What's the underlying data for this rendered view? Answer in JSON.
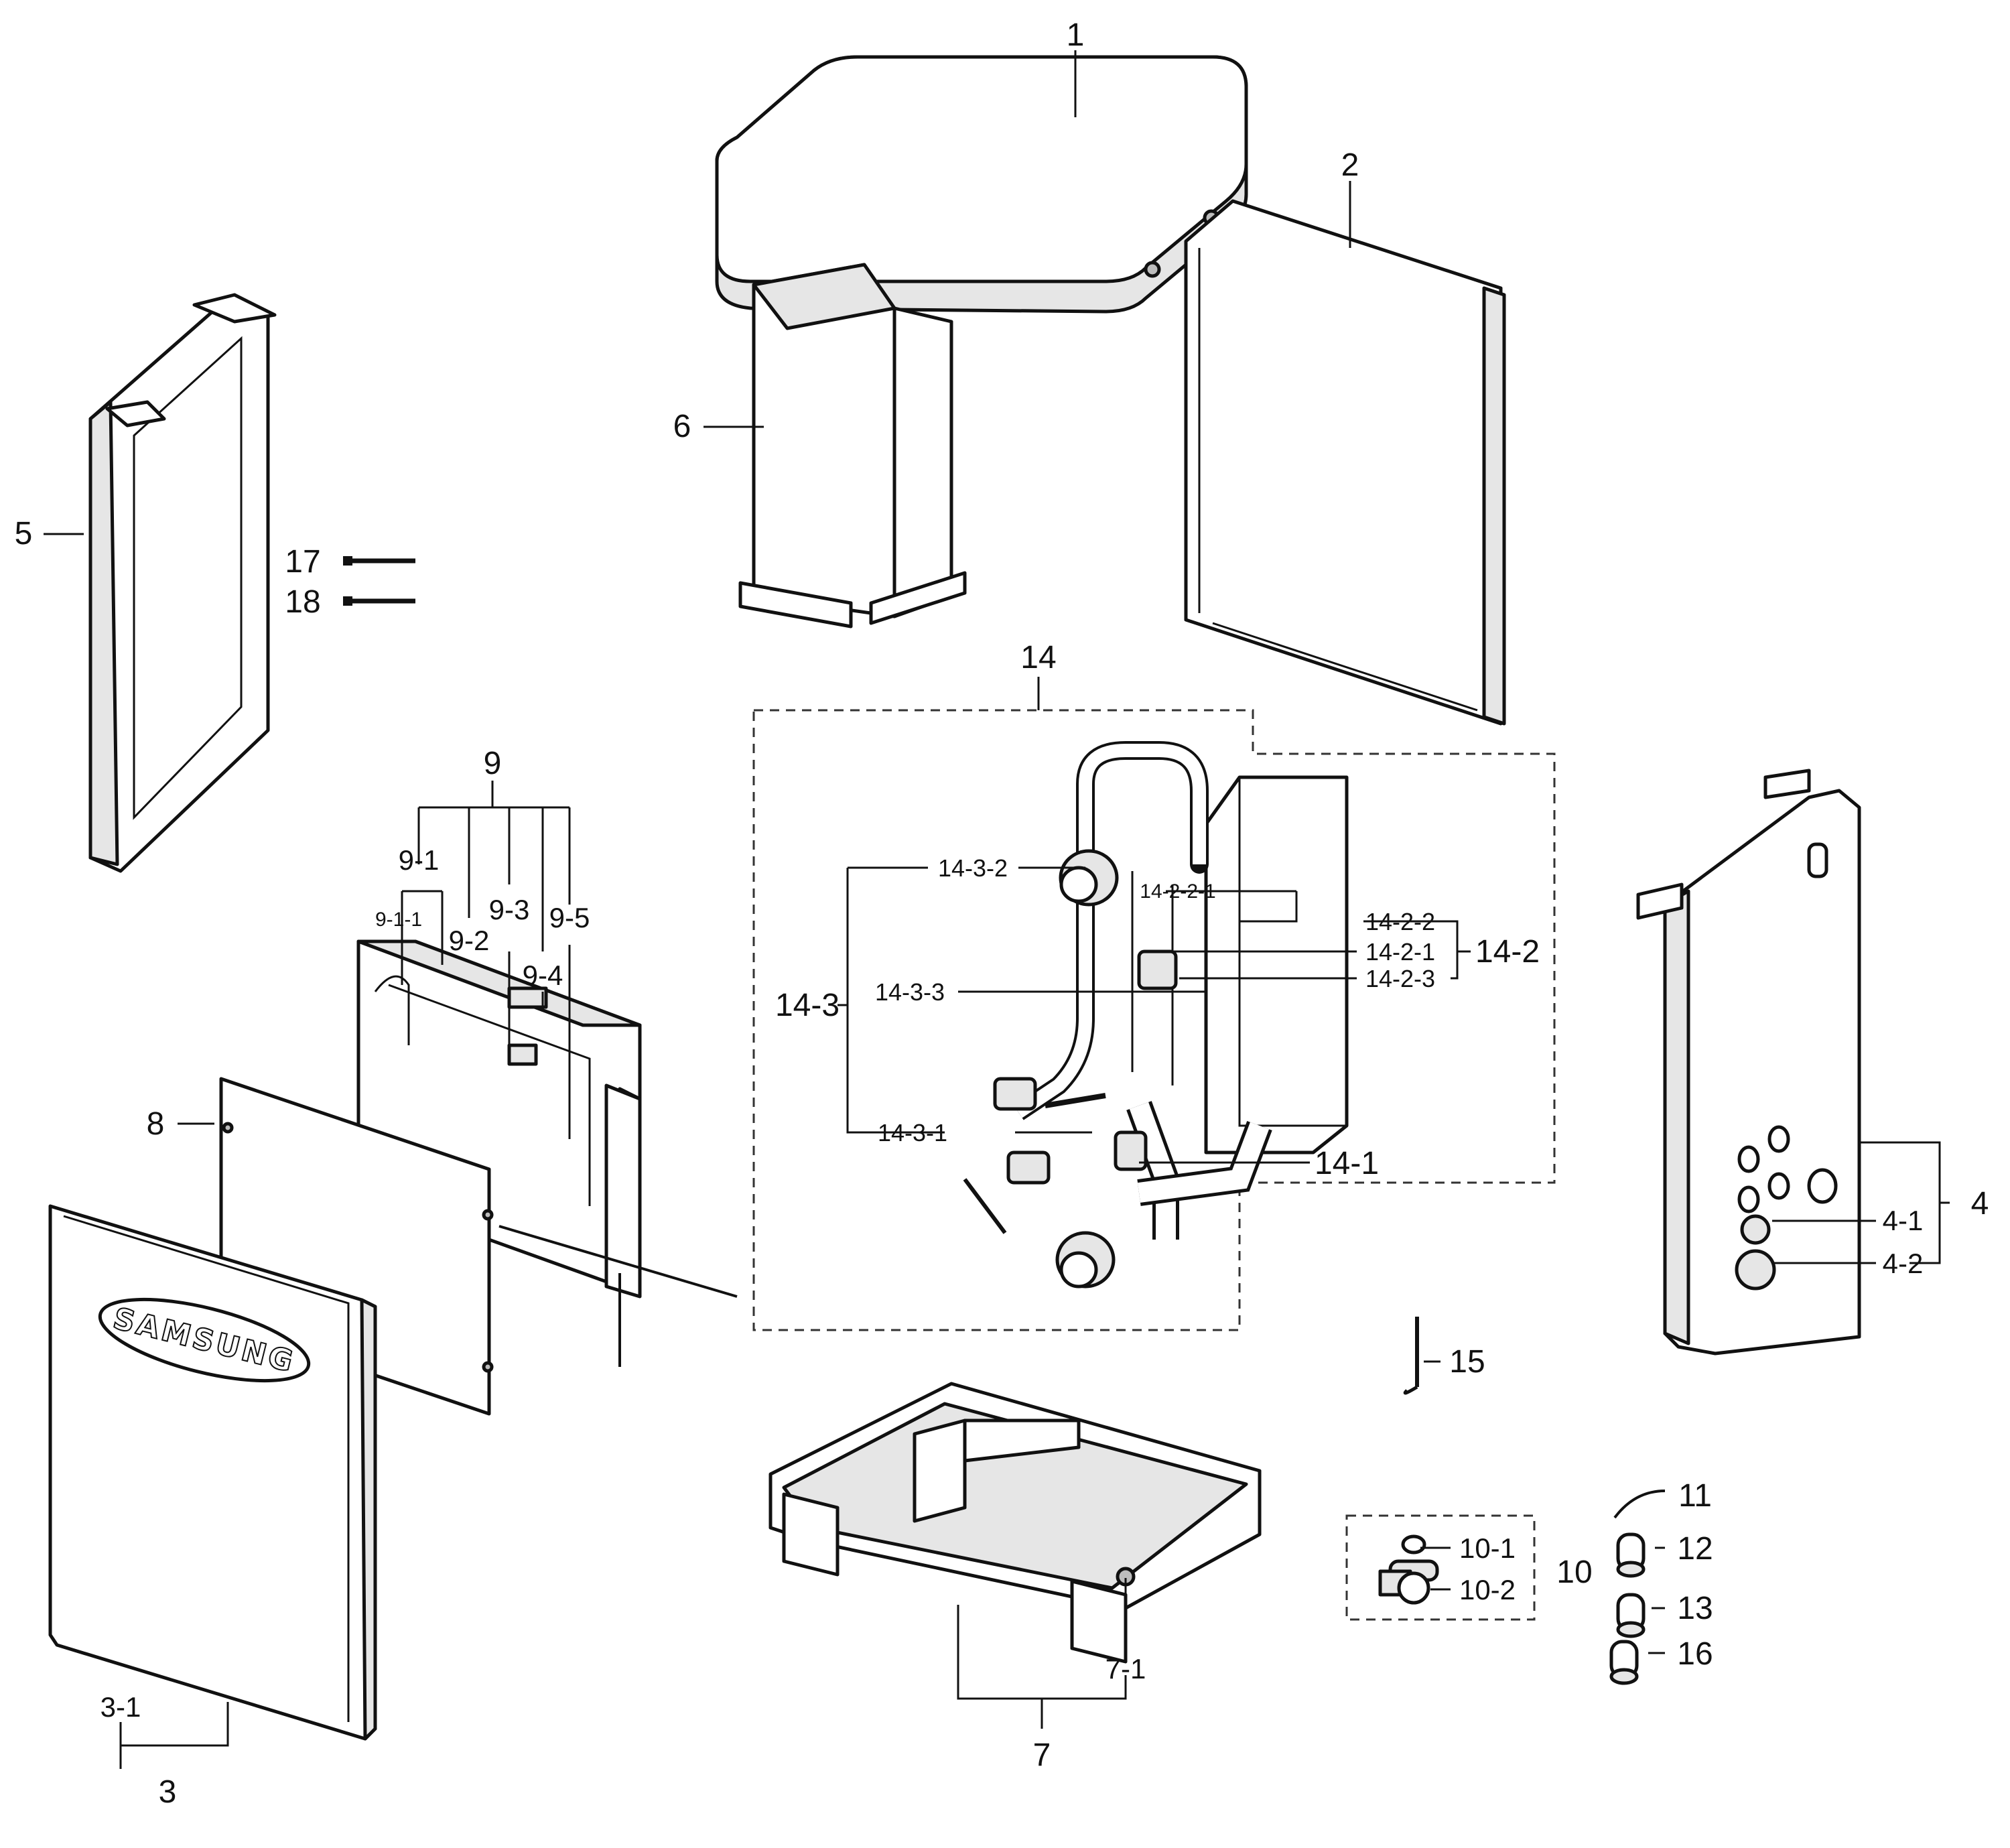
{
  "brand": "SAMSUNG",
  "callouts": {
    "c1": "1",
    "c2": "2",
    "c3": "3",
    "c3_1": "3-1",
    "c4": "4",
    "c4_1": "4-1",
    "c4_2": "4-2",
    "c5": "5",
    "c6": "6",
    "c7": "7",
    "c7_1": "7-1",
    "c8": "8",
    "c9": "9",
    "c9_1": "9-1",
    "c9_1_1": "9-1-1",
    "c9_2": "9-2",
    "c9_3": "9-3",
    "c9_4": "9-4",
    "c9_5": "9-5",
    "c10": "10",
    "c10_1": "10-1",
    "c10_2": "10-2",
    "c11": "11",
    "c12": "12",
    "c13": "13",
    "c14": "14",
    "c14_1": "14-1",
    "c14_2": "14-2",
    "c14_2_1": "14-2-1",
    "c14_2_2": "14-2-2",
    "c14_2_2_1": "14-2-2-1",
    "c14_2_3": "14-2-3",
    "c14_3": "14-3",
    "c14_3_1": "14-3-1",
    "c14_3_2": "14-3-2",
    "c14_3_3": "14-3-3",
    "c15": "15",
    "c16": "16",
    "c17": "17",
    "c18": "18"
  }
}
